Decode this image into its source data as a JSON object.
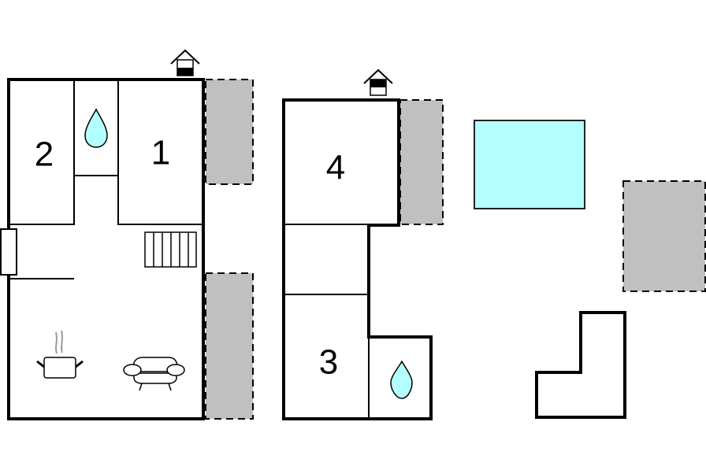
{
  "colors": {
    "wall": "#000000",
    "terrace": "#c0c0c0",
    "water": "#b3ffff",
    "steam": "#999999",
    "background": "#ffffff"
  },
  "floors": [
    {
      "name": "ground-floor",
      "floor_icon": "house-floor-0-icon",
      "rooms": [
        {
          "label": "2",
          "type": "bedroom"
        },
        {
          "label": "",
          "type": "bathroom",
          "icon": "water-drop-icon"
        },
        {
          "label": "1",
          "type": "bedroom"
        },
        {
          "label": "",
          "type": "living-kitchen",
          "icons": [
            "cooking-pot-icon",
            "sofa-icon",
            "stairs-icon"
          ]
        }
      ]
    },
    {
      "name": "first-floor",
      "floor_icon": "house-floor-1-icon",
      "rooms": [
        {
          "label": "4",
          "type": "bedroom"
        },
        {
          "label": "",
          "type": "hallway"
        },
        {
          "label": "3",
          "type": "bedroom"
        },
        {
          "label": "",
          "type": "bathroom",
          "icon": "water-drop-icon"
        }
      ]
    }
  ],
  "labels": {
    "room1": "1",
    "room2": "2",
    "room3": "3",
    "room4": "4"
  },
  "outdoor": [
    {
      "type": "terrace",
      "count": 4
    },
    {
      "type": "pool",
      "count": 1
    },
    {
      "type": "outbuilding",
      "count": 1
    }
  ]
}
